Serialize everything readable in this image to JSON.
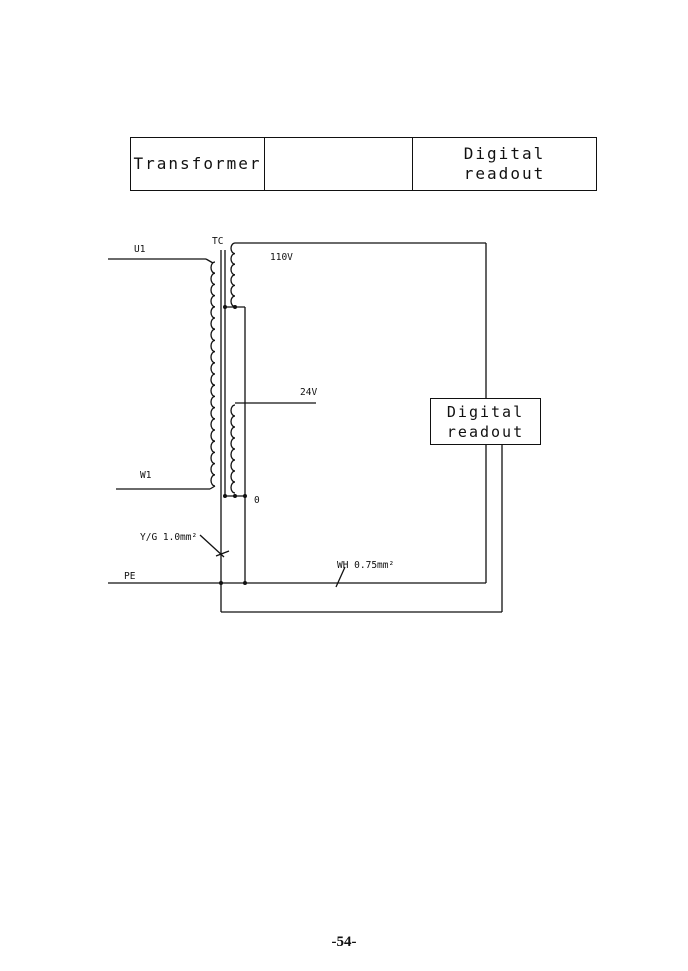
{
  "legend": {
    "transformer": "Transformer",
    "blank": "",
    "digital_line1": "Digital",
    "digital_line2": "readout"
  },
  "schematic": {
    "u1": "U1",
    "tc": "TC",
    "v110": "110V",
    "v24": "24V",
    "w1": "W1",
    "zero": "0",
    "yg_wire": "Y/G 1.0mm²",
    "pe": "PE",
    "wh_wire": "WH 0.75mm²",
    "readout_line1": "Digital",
    "readout_line2": "readout"
  },
  "footer": {
    "page_number": "-54-"
  }
}
